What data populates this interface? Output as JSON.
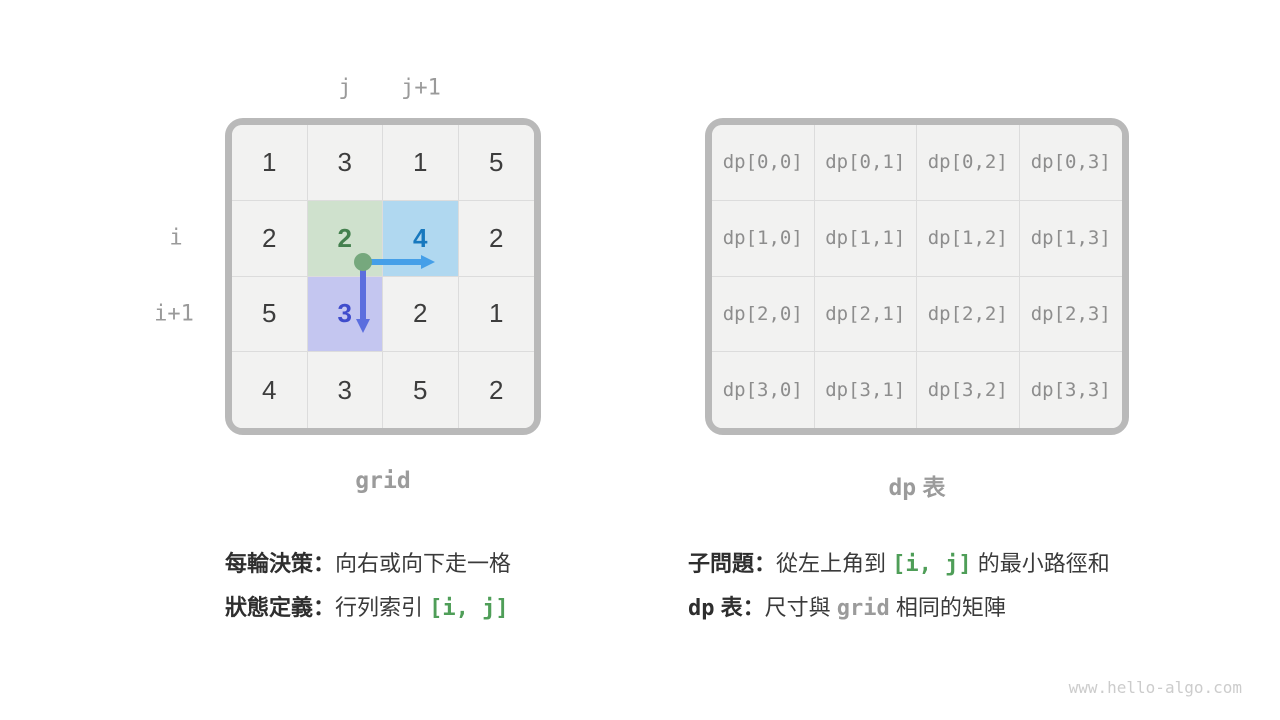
{
  "grid_panel": {
    "col_labels": [
      "j",
      "j+1"
    ],
    "row_labels": [
      "i",
      "i+1"
    ],
    "caption": "grid",
    "values": [
      [
        "1",
        "3",
        "1",
        "5"
      ],
      [
        "2",
        "2",
        "4",
        "2"
      ],
      [
        "5",
        "3",
        "2",
        "1"
      ],
      [
        "4",
        "3",
        "5",
        "2"
      ]
    ],
    "highlights": {
      "current_cell": {
        "row": 1,
        "col": 1,
        "bg": "#cfe1cd",
        "text": "#44804e"
      },
      "move_right_cell": {
        "row": 1,
        "col": 2,
        "bg": "#b0d8f0",
        "text": "#1778be"
      },
      "move_down_cell": {
        "row": 2,
        "col": 1,
        "bg": "#c4c6f0",
        "text": "#3f4ccc"
      }
    }
  },
  "dp_panel": {
    "caption_code": "dp",
    "caption_text": " 表",
    "cells": [
      [
        "dp[0,0]",
        "dp[0,1]",
        "dp[0,2]",
        "dp[0,3]"
      ],
      [
        "dp[1,0]",
        "dp[1,1]",
        "dp[1,2]",
        "dp[1,3]"
      ],
      [
        "dp[2,0]",
        "dp[2,1]",
        "dp[2,2]",
        "dp[2,3]"
      ],
      [
        "dp[3,0]",
        "dp[3,1]",
        "dp[3,2]",
        "dp[3,3]"
      ]
    ]
  },
  "notes": {
    "left": [
      {
        "label": "每輪決策：",
        "pre": "向右或向下走一格",
        "code": "",
        "post": ""
      },
      {
        "label": "狀態定義：",
        "pre": "行列索引 ",
        "code": "[i, j]",
        "post": ""
      }
    ],
    "right": [
      {
        "label_code": "",
        "label": "子問題：",
        "pre": "從左上角到 ",
        "code": "[i, j]",
        "post": " 的最小路徑和"
      },
      {
        "label_code": "dp",
        "label": " 表：",
        "pre": "尺寸與 ",
        "code": "grid",
        "post": " 相同的矩陣"
      }
    ]
  },
  "watermark": "www.hello-algo.com",
  "colors": {
    "cell_bg": "#f2f2f1",
    "frame_border": "#b9b9b9",
    "divider": "#dcdcdc",
    "number_text": "#3d3d3d",
    "muted_label": "#9b9b9b",
    "dp_text": "#8d8d8d",
    "dot_green": "#76a87d",
    "arrow_right_blue": "#459fe8",
    "arrow_down_indigo": "#5b6ede",
    "code_green": "#4f9e58",
    "watermark_gray": "#cccccc"
  }
}
